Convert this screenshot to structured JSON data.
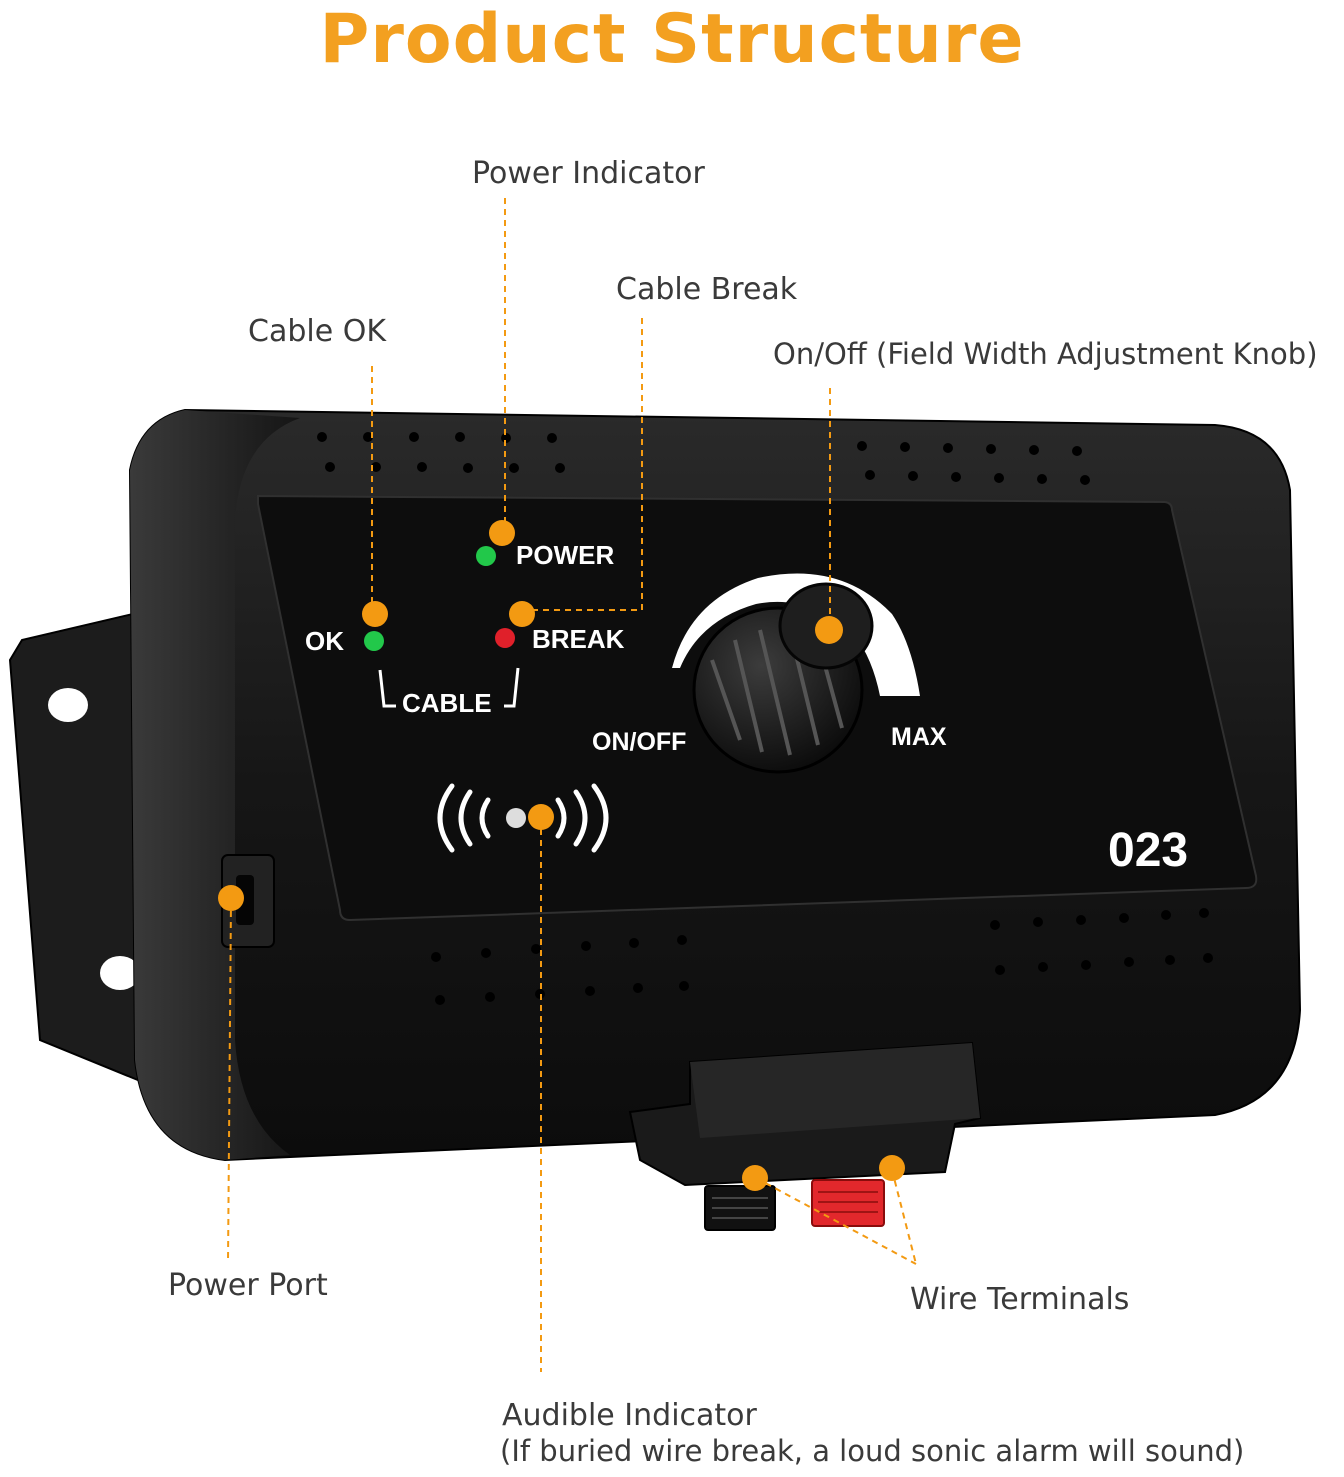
{
  "title": "Product Structure",
  "labels": {
    "power_indicator": "Power Indicator",
    "cable_break": "Cable Break",
    "cable_ok": "Cable OK",
    "on_off": "On/Off (Field Width Adjustment Knob)",
    "power_port": "Power Port",
    "wire_terminals": "Wire Terminals",
    "audible_indicator": "Audible Indicator",
    "audible_note": "(If buried wire break, a loud sonic alarm will sound)"
  },
  "panel": {
    "power": "POWER",
    "ok": "OK",
    "break": "BREAK",
    "cable": "CABLE",
    "on_off": "ON/OFF",
    "max": "MAX",
    "model": "023"
  },
  "colors": {
    "accent": "#f3a020",
    "marker": "#f39a12",
    "device": "#141414",
    "led_green": "#22c84a",
    "led_red": "#e0202a",
    "terminal_red": "#e2282c"
  }
}
